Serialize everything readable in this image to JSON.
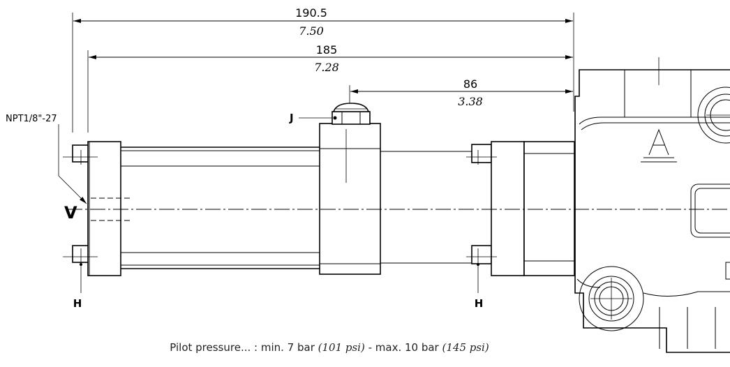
{
  "dimensions": {
    "overall": {
      "mm": "190.5",
      "inch": "7.50"
    },
    "body": {
      "mm": "185",
      "inch": "7.28"
    },
    "pilot": {
      "mm": "86",
      "inch": "3.38"
    }
  },
  "labels": {
    "thread": "NPT1/8\"-27",
    "port_j": "J",
    "port_v": "V",
    "port_h_left": "H",
    "port_h_right": "H"
  },
  "footer": {
    "prefix": "Pilot pressure... : min. 7 bar ",
    "min_psi": "(101 psi)",
    "middle": " - max. 10 bar ",
    "max_psi": "(145 psi)"
  }
}
